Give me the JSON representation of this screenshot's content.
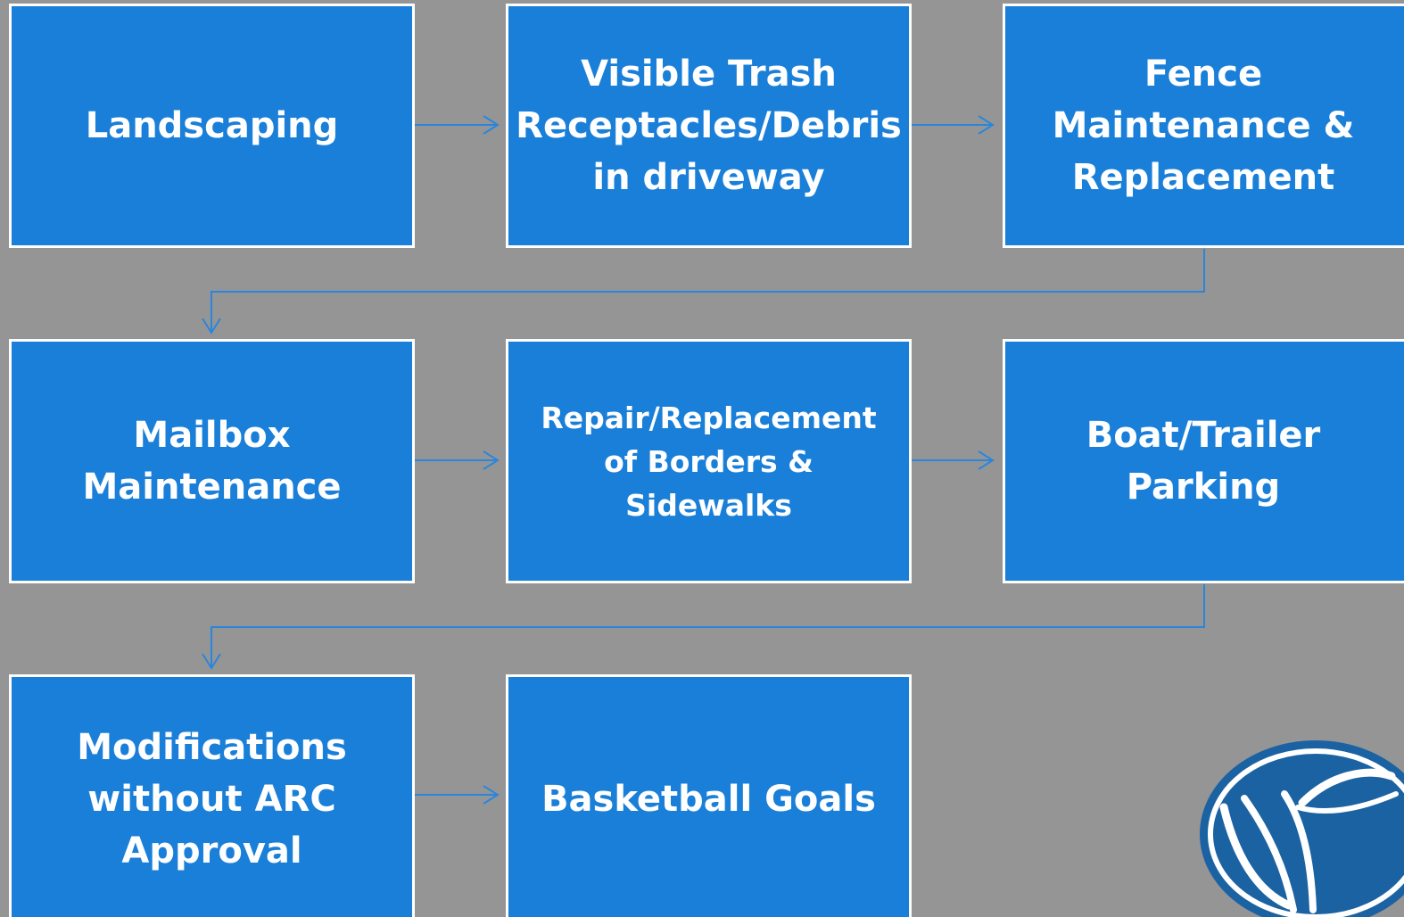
{
  "boxes": [
    {
      "id": "landscaping",
      "label": "Landscaping"
    },
    {
      "id": "trash",
      "label": "Visible Trash Receptacles/Debris in driveway"
    },
    {
      "id": "fence",
      "label": "Fence Maintenance & Replacement"
    },
    {
      "id": "mailbox",
      "label": "Mailbox Maintenance"
    },
    {
      "id": "borders",
      "label": "Repair/Replacement of Borders & Sidewalks"
    },
    {
      "id": "boat",
      "label": "Boat/Trailer Parking"
    },
    {
      "id": "modifications",
      "label": "Modifications without ARC Approval"
    },
    {
      "id": "basketball",
      "label": "Basketball Goals"
    }
  ],
  "connections": [
    [
      "landscaping",
      "trash"
    ],
    [
      "trash",
      "fence"
    ],
    [
      "fence",
      "mailbox"
    ],
    [
      "mailbox",
      "borders"
    ],
    [
      "borders",
      "boat"
    ],
    [
      "boat",
      "modifications"
    ],
    [
      "modifications",
      "basketball"
    ]
  ],
  "colors": {
    "background": "#959595",
    "box_fill": "#1a7fd8",
    "box_border": "#ffffff",
    "connector": "#1a7fd8",
    "logo_blue": "#1b62a3"
  },
  "logo": {
    "icon": "community-logo-icon"
  }
}
